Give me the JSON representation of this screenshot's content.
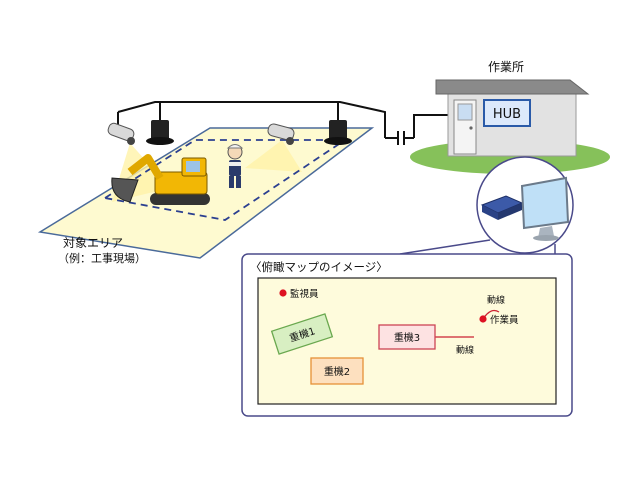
{
  "labels": {
    "office": "作業所",
    "hub": "HUB",
    "target_area_line1": "対象エリア",
    "target_area_line2": "（例：工事現場）"
  },
  "map_panel": {
    "title": "〈俯瞰マップのイメージ〉",
    "items": {
      "supervisor": "監視員",
      "worker": "作業員",
      "machine1": "重機1",
      "machine2": "重機2",
      "machine3": "重機3",
      "trail_label_top": "動線",
      "trail_label_bottom": "動線"
    }
  },
  "colors": {
    "area_fill": "#fefad0",
    "area_border": "#4a6a9a",
    "dashed_zone": "#2b3f90",
    "panel_border": "#4a4a8a",
    "map_fill": "#fefbdc",
    "machine1_fill": "#d8efc2",
    "machine1_border": "#6aa84f",
    "machine2_fill": "#fde0bf",
    "machine2_border": "#e69138",
    "machine3_fill": "#fde2e2",
    "machine3_border": "#cc4455",
    "marker_red": "#dd1122",
    "trail_red": "#cc2233",
    "lawn": "#86c15a",
    "building": "#e2e2e2",
    "hub_fill": "#dce9fb",
    "hub_border": "#2a5aa8"
  }
}
